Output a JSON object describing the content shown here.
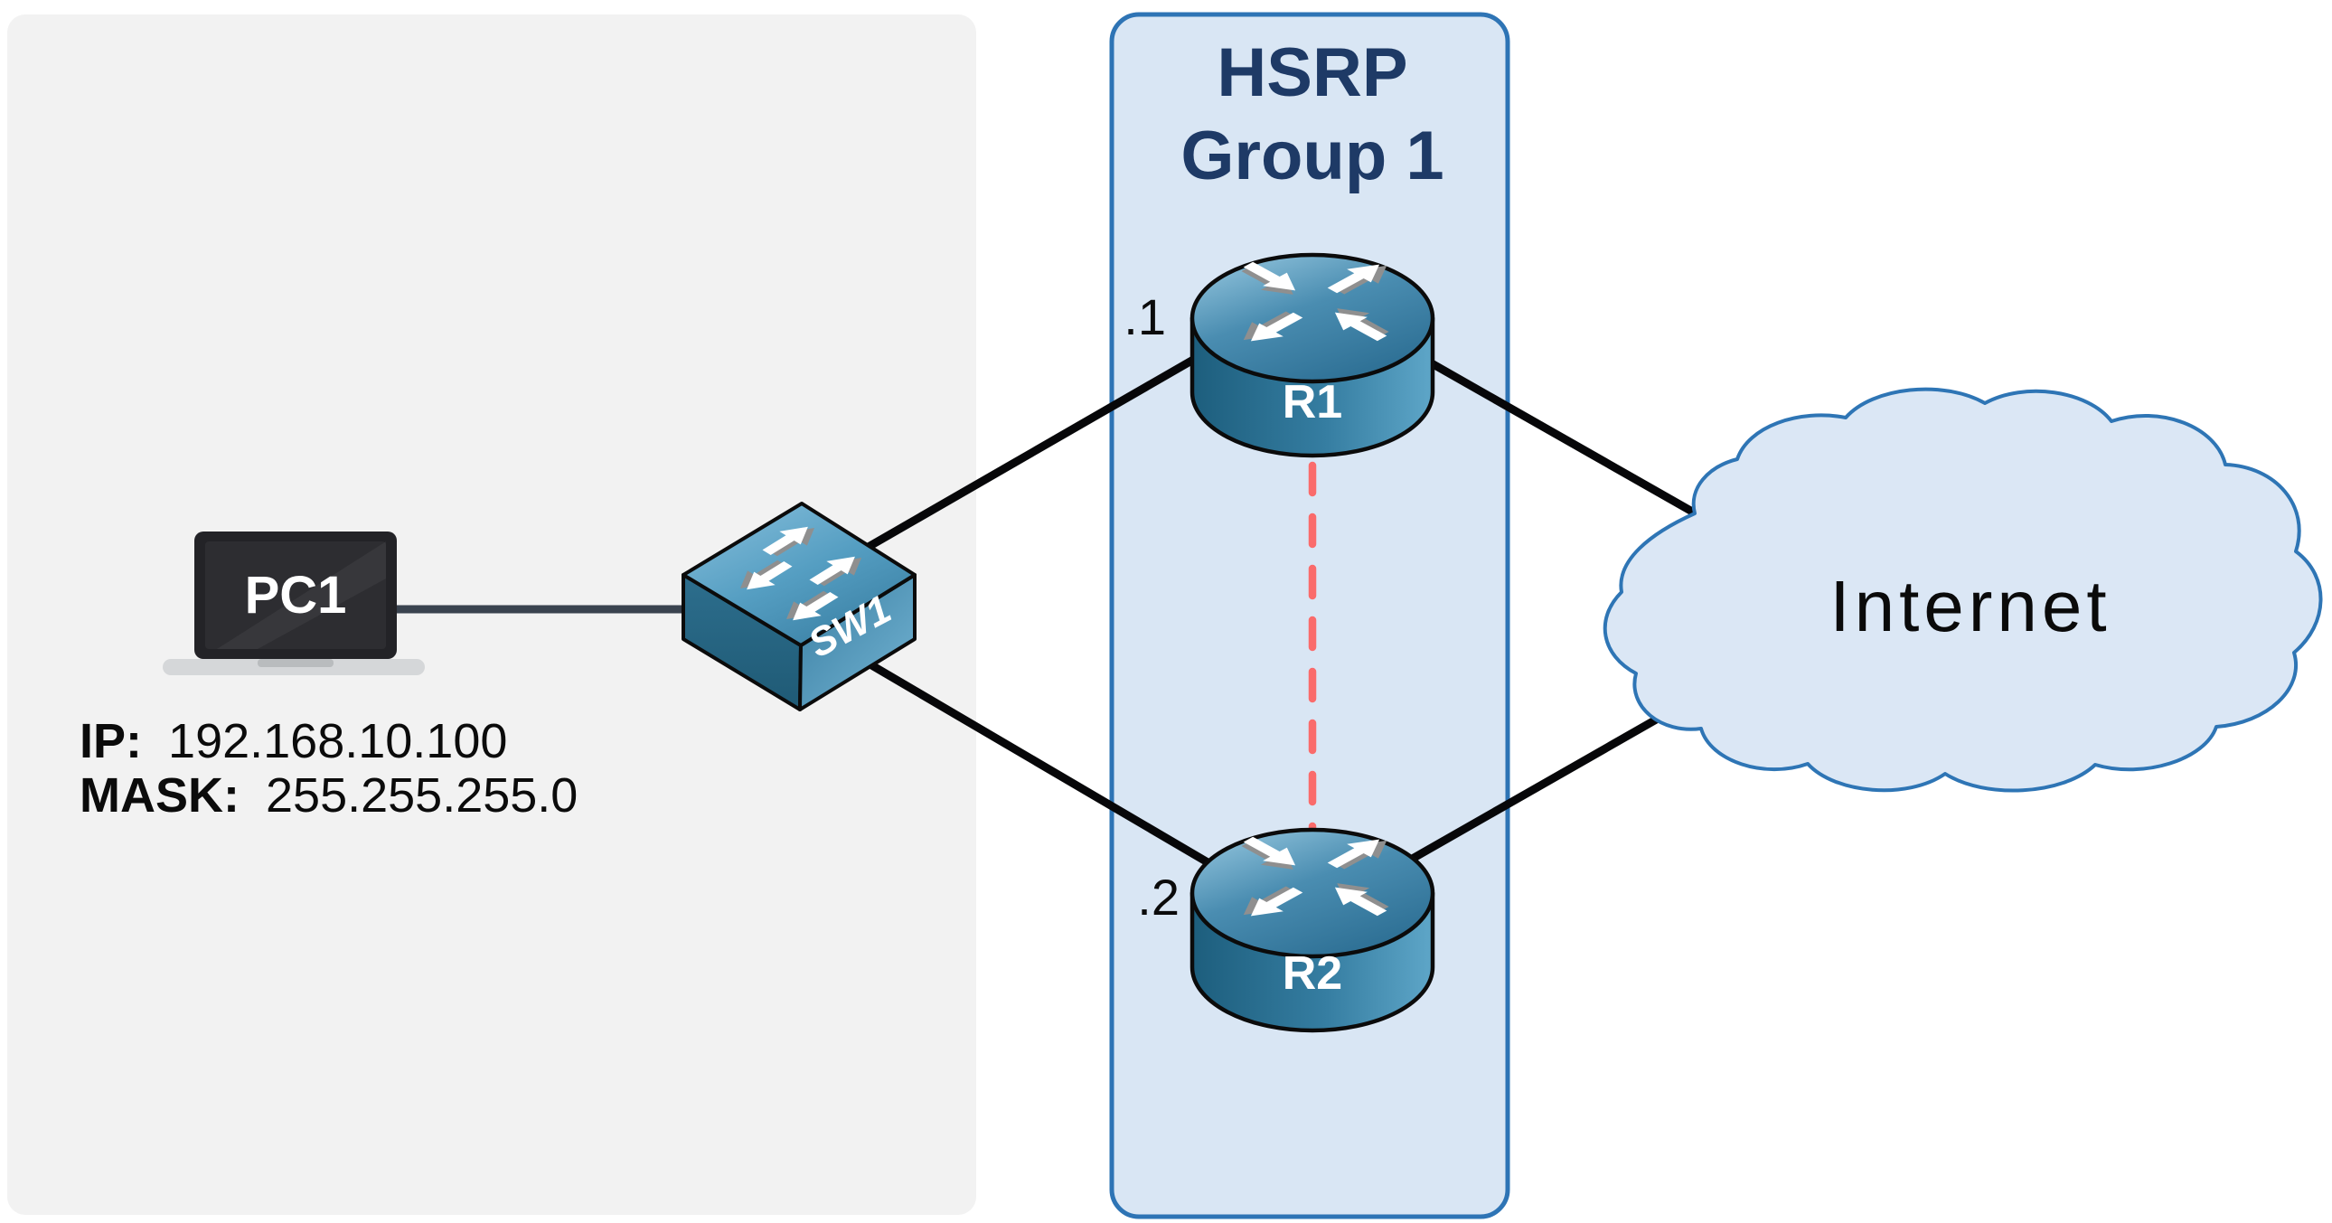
{
  "diagram": {
    "hsrp": {
      "title_line1": "HSRP",
      "title_line2": "Group 1"
    },
    "pc1": {
      "label": "PC1",
      "ip_label": "IP:",
      "ip_value": "192.168.10.100",
      "mask_label": "MASK:",
      "mask_value": "255.255.255.0"
    },
    "sw1": {
      "label": "SW1"
    },
    "r1": {
      "label": "R1",
      "interface": ".1"
    },
    "r2": {
      "label": "R2",
      "interface": ".2"
    },
    "internet": {
      "label": "Internet"
    },
    "colors": {
      "lan_panel_bg": "#f2f2f2",
      "hsrp_panel_bg": "#d9e6f4",
      "hsrp_panel_border": "#2e74b5",
      "hsrp_title_text": "#1e3a66",
      "link_line": "#070709",
      "pc_link_line": "#3a434f",
      "hsrp_dashed_link": "#fa6b6b",
      "cloud_fill": "#dbe7f5",
      "cloud_border": "#2e75b5",
      "device_blue_light": "#8ec2dd",
      "device_blue_dark": "#1d5e7d",
      "laptop_body": "#232327",
      "text_color": "#0b0b0b"
    }
  }
}
